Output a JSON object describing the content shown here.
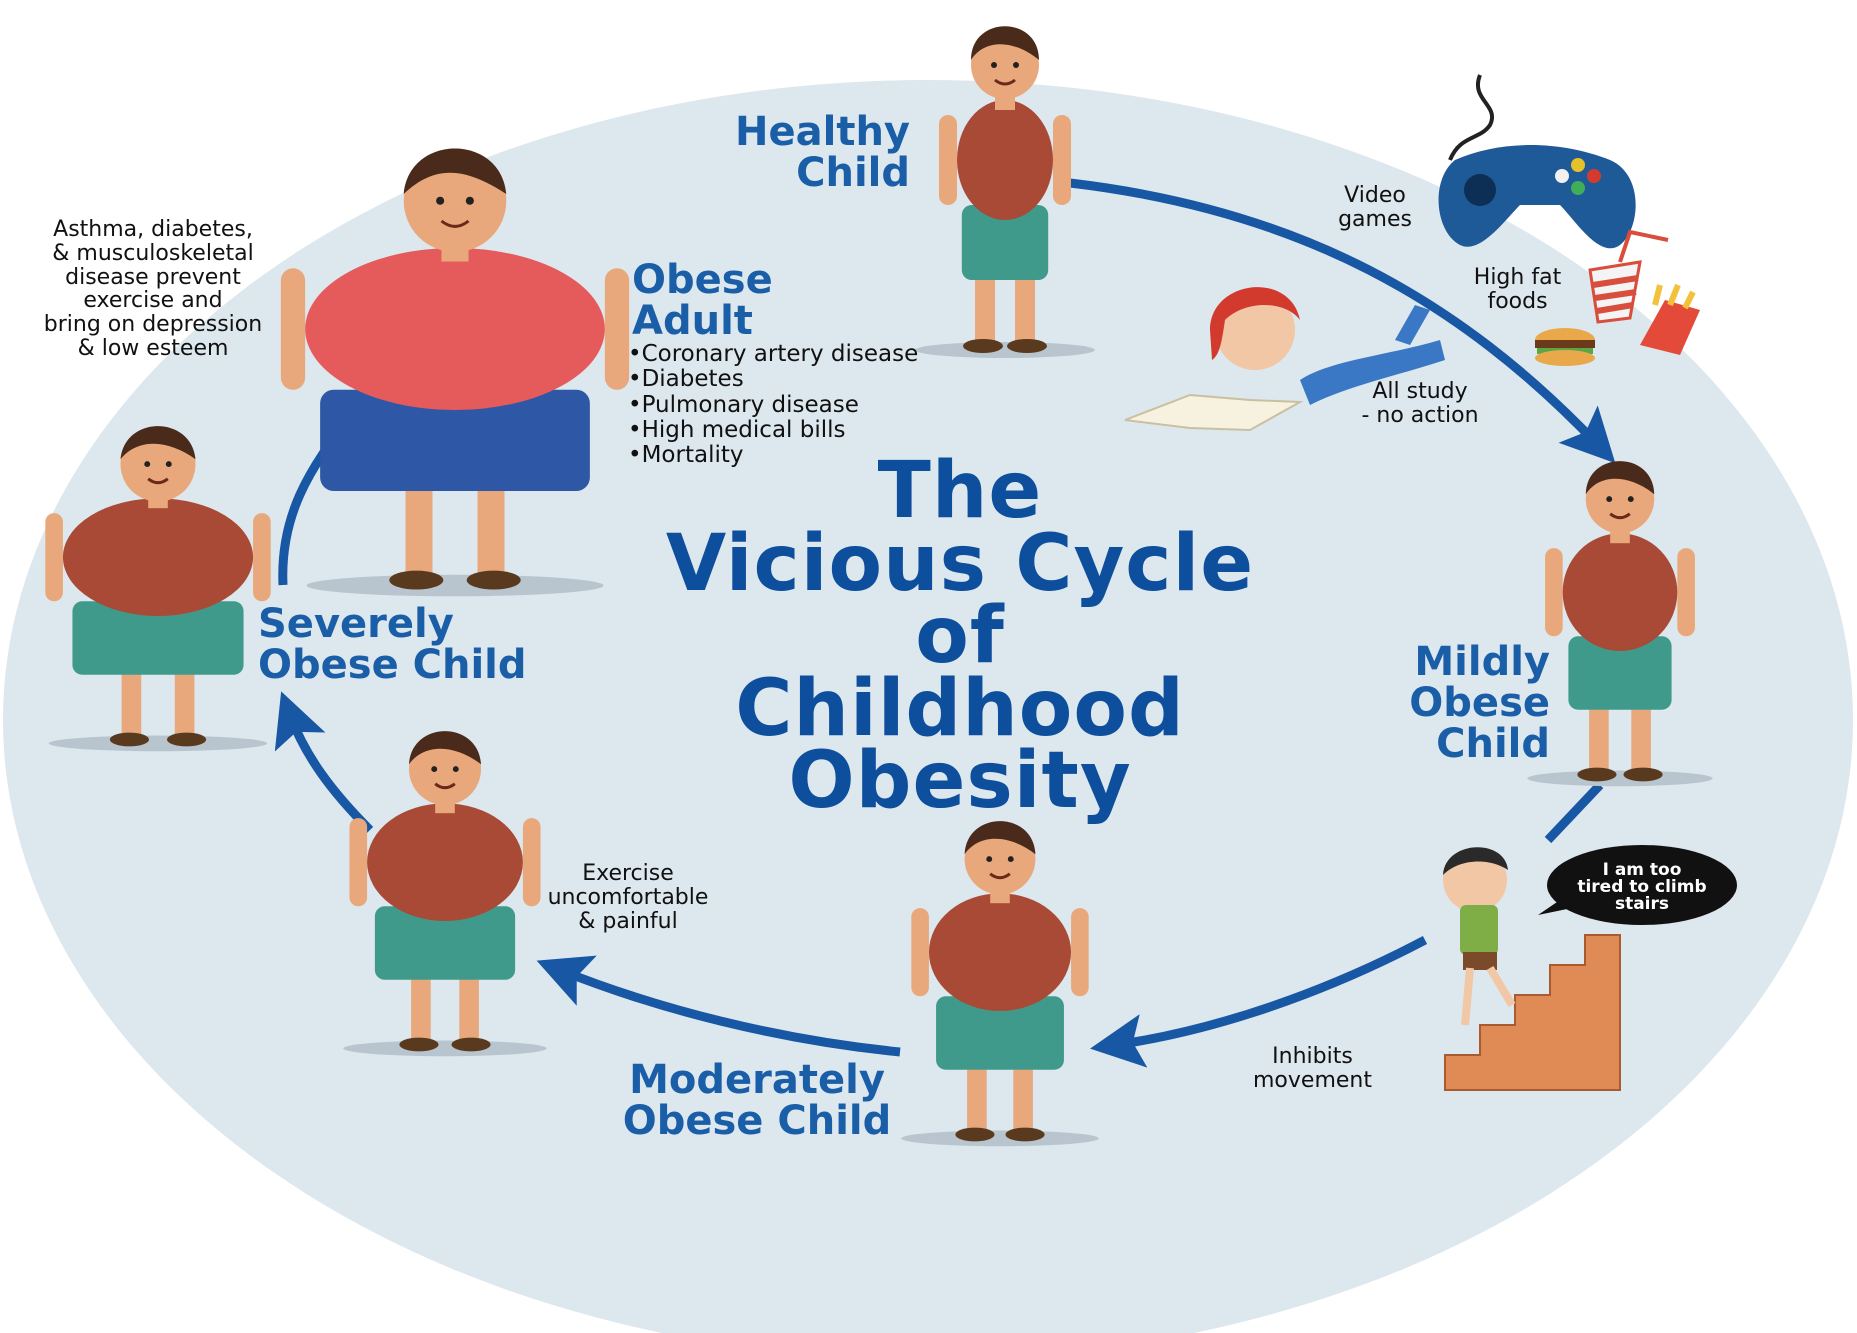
{
  "title": {
    "lines": [
      "The",
      "Vicious Cycle",
      "of",
      "Childhood",
      "Obesity"
    ]
  },
  "stages": {
    "healthy": [
      "Healthy",
      "Child"
    ],
    "mild": [
      "Mildly",
      "Obese",
      "Child"
    ],
    "moderate": [
      "Moderately",
      "Obese Child"
    ],
    "severe": [
      "Severely",
      "Obese Child"
    ],
    "adult": [
      "Obese",
      "Adult"
    ]
  },
  "adult_conditions": [
    "Coronary artery disease",
    "Diabetes",
    "Pulmonary disease",
    "High medical bills",
    "Mortality"
  ],
  "notes": {
    "video_games": [
      "Video",
      "games"
    ],
    "high_fat": [
      "High fat",
      "foods"
    ],
    "all_study": [
      "All study",
      "- no action"
    ],
    "inhibits": [
      "Inhibits",
      "movement"
    ],
    "exercise": [
      "Exercise",
      "uncomfortable",
      "& painful"
    ],
    "asthma": [
      "Asthma, diabetes,",
      "& musculoskeletal",
      "disease prevent",
      "exercise and",
      "bring on depression",
      "& low esteem"
    ]
  },
  "speech_bubble": [
    "I am too",
    "tired to climb",
    "stairs"
  ],
  "colors": {
    "background_circle": "#dde7ee",
    "arrow": "#1857a4",
    "label": "#1a5ea8",
    "title": "#0d4f9c",
    "skin": "#e9a87c",
    "shirt": "#a84a35",
    "shorts": "#3f9a8c",
    "hair": "#4a2a1a"
  }
}
